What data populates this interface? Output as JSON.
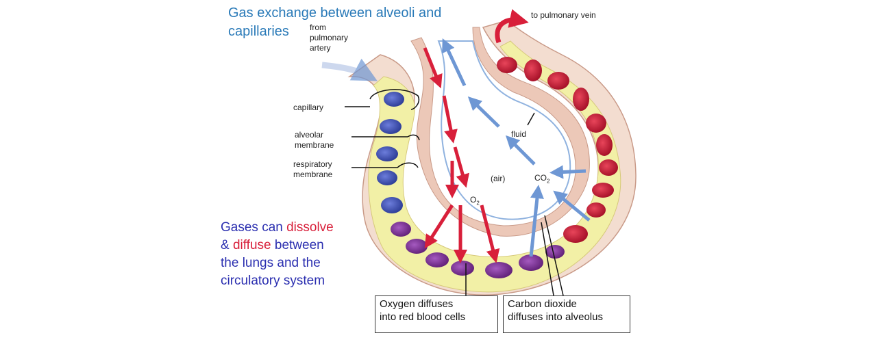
{
  "title_line1": "Gas exchange between alveoli and",
  "title_line2": "capillaries",
  "labels": {
    "from_artery": [
      "from",
      "pulmonary",
      "artery"
    ],
    "to_vein": "to pulmonary vein",
    "capillary": "capillary",
    "alveolar_membrane": [
      "alveolar",
      "membrane"
    ],
    "respiratory_membrane": [
      "respiratory",
      "membrane"
    ],
    "fluid": "fluid",
    "air": "(air)",
    "o2": "O",
    "o2_sub": "2",
    "co2": "CO",
    "co2_sub": "2"
  },
  "note": {
    "w1": "Gases can ",
    "w2": "dissolve",
    "w3": "& ",
    "w4": "diffuse",
    "w5": " between",
    "line3": "the lungs and the",
    "line4": "circulatory system"
  },
  "boxes": {
    "oxygen": [
      "Oxygen diffuses",
      "into red blood cells"
    ],
    "co2": [
      "Carbon dioxide",
      "diffuses into alveolus"
    ]
  },
  "colors": {
    "title_blue": "#2a7ab8",
    "oxygen_red": "#d81f3a",
    "co2_blue": "#6e97d4",
    "plasma_yellow": "#f2f0a6",
    "tissue_pink": "#f3ddd0",
    "rbc_red": "#c8102e",
    "rbc_blue": "#3a4fb0",
    "rbc_purple": "#7a2a90"
  }
}
